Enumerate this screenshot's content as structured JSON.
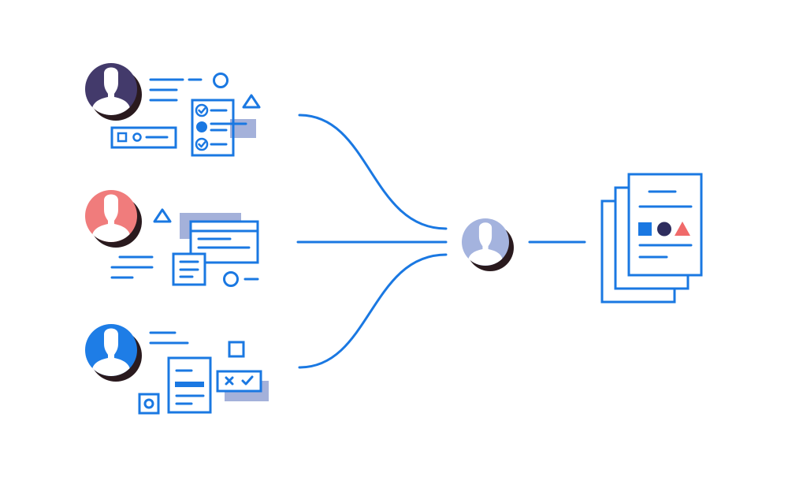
{
  "colors": {
    "stroke_blue": "#1a78e2",
    "fill_blue": "#1a78e2",
    "shadow": "#2a1a1e",
    "avatar_dark": "#433a6b",
    "avatar_coral": "#f07c7c",
    "avatar_blue": "#1e7de6",
    "avatar_hub": "#a4b3de",
    "lavender": "#a4b1da",
    "navy_circle": "#2e2d5e",
    "coral_triangle": "#f06a6a",
    "white": "#ffffff"
  },
  "nodes": [
    {
      "id": "user-1",
      "role": "contributor",
      "avatar_color": "avatar_dark"
    },
    {
      "id": "user-2",
      "role": "contributor",
      "avatar_color": "avatar_coral"
    },
    {
      "id": "user-3",
      "role": "contributor",
      "avatar_color": "avatar_blue"
    },
    {
      "id": "hub",
      "role": "merger",
      "avatar_color": "avatar_hub"
    },
    {
      "id": "documents",
      "role": "output"
    }
  ],
  "icons": [
    "user-avatar-icon",
    "checklist-icon",
    "triangle-icon",
    "circle-icon",
    "square-icon",
    "form-field-icon",
    "window-icon",
    "document-stack-icon",
    "shapes-icon",
    "checkbox-x-icon"
  ],
  "edges": [
    {
      "from": "user-1",
      "to": "hub"
    },
    {
      "from": "user-2",
      "to": "hub"
    },
    {
      "from": "user-3",
      "to": "hub"
    },
    {
      "from": "hub",
      "to": "documents"
    }
  ]
}
